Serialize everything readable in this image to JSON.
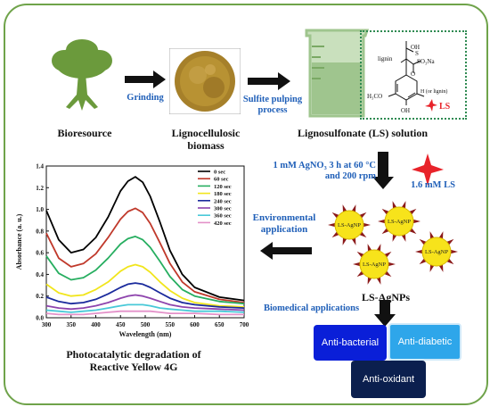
{
  "flow": {
    "bioresource": "Bioresource",
    "grinding": "Grinding",
    "lignocellulosic": "Lignocellulosic\nbiomass",
    "sulfite": "Sulfite pulping\nprocess",
    "ls_solution": "Lignosulfonate (LS) solution",
    "conditions": "1 mM AgNO₃ 3 h at 60 °C\nand 200 rpm",
    "ls_conc": "1.6 mM LS",
    "nanoparticle_label": "LS-AgNP",
    "nanoparticles": "LS-AgNPs",
    "environmental": "Environmental\napplication",
    "biomedical": "Biomedical applications",
    "caption": "Photocatalytic degradation of\nReactive Yellow 4G"
  },
  "structure": {
    "lignin": "lignin",
    "oh": "OH",
    "so3na": "SO₃Na",
    "o": "O",
    "h3co": "H₃CO",
    "oh2": "OH",
    "h_lignin": "H (or lignin)",
    "ls": "LS"
  },
  "boxes": {
    "antibacterial": "Anti-bacterial",
    "antidiabetic": "Anti-diabetic",
    "antioxidant": "Anti-oxidant"
  },
  "colors": {
    "frame": "#6fa34a",
    "tree": "#6b9a3c",
    "beaker": "#9fc58e",
    "blue_text": "#1f5fb8",
    "star": "#e8232a",
    "antibacterial": "#0a1fd8",
    "antidiabetic": "#2ea6ea",
    "antioxidant": "#0b1f4e"
  },
  "chart_data": {
    "type": "line",
    "xlabel": "Wavelength (nm)",
    "ylabel": "Absorbance (a. u.)",
    "xlim": [
      300,
      700
    ],
    "ylim": [
      0.0,
      1.4
    ],
    "xticks": [
      300,
      350,
      400,
      450,
      500,
      550,
      600,
      650,
      700
    ],
    "yticks": [
      0.0,
      0.2,
      0.4,
      0.6,
      0.8,
      1.0,
      1.2,
      1.4
    ],
    "legend_position": "top-right",
    "x": [
      300,
      325,
      350,
      375,
      400,
      425,
      450,
      465,
      480,
      495,
      510,
      530,
      550,
      575,
      600,
      650,
      700
    ],
    "series": [
      {
        "name": "0 sec",
        "color": "#000000",
        "values": [
          0.99,
          0.72,
          0.6,
          0.63,
          0.74,
          0.93,
          1.17,
          1.26,
          1.3,
          1.25,
          1.12,
          0.88,
          0.62,
          0.4,
          0.28,
          0.19,
          0.16
        ]
      },
      {
        "name": "60 sec",
        "color": "#c0392b",
        "values": [
          0.78,
          0.55,
          0.47,
          0.5,
          0.59,
          0.74,
          0.91,
          0.98,
          1.01,
          0.97,
          0.87,
          0.69,
          0.5,
          0.33,
          0.24,
          0.17,
          0.14
        ]
      },
      {
        "name": "120 sec",
        "color": "#27ae60",
        "values": [
          0.57,
          0.41,
          0.35,
          0.37,
          0.44,
          0.55,
          0.68,
          0.73,
          0.75,
          0.72,
          0.65,
          0.52,
          0.38,
          0.26,
          0.2,
          0.15,
          0.13
        ]
      },
      {
        "name": "180 sec",
        "color": "#f1e51c",
        "values": [
          0.31,
          0.23,
          0.2,
          0.21,
          0.26,
          0.33,
          0.43,
          0.47,
          0.49,
          0.47,
          0.42,
          0.33,
          0.25,
          0.18,
          0.14,
          0.11,
          0.1
        ]
      },
      {
        "name": "240 sec",
        "color": "#1a2a9c",
        "values": [
          0.19,
          0.15,
          0.13,
          0.14,
          0.17,
          0.22,
          0.28,
          0.31,
          0.32,
          0.31,
          0.28,
          0.23,
          0.18,
          0.14,
          0.12,
          0.1,
          0.09
        ]
      },
      {
        "name": "300 sec",
        "color": "#8e44ad",
        "values": [
          0.11,
          0.09,
          0.08,
          0.09,
          0.11,
          0.14,
          0.18,
          0.2,
          0.21,
          0.2,
          0.18,
          0.15,
          0.12,
          0.1,
          0.09,
          0.08,
          0.07
        ]
      },
      {
        "name": "360 sec",
        "color": "#48c9d8",
        "values": [
          0.07,
          0.06,
          0.05,
          0.06,
          0.07,
          0.09,
          0.11,
          0.12,
          0.12,
          0.12,
          0.11,
          0.09,
          0.08,
          0.07,
          0.06,
          0.06,
          0.05
        ]
      },
      {
        "name": "420 sec",
        "color": "#e391c9",
        "values": [
          0.04,
          0.03,
          0.03,
          0.03,
          0.04,
          0.05,
          0.06,
          0.06,
          0.06,
          0.06,
          0.06,
          0.05,
          0.04,
          0.04,
          0.04,
          0.03,
          0.03
        ]
      }
    ]
  }
}
